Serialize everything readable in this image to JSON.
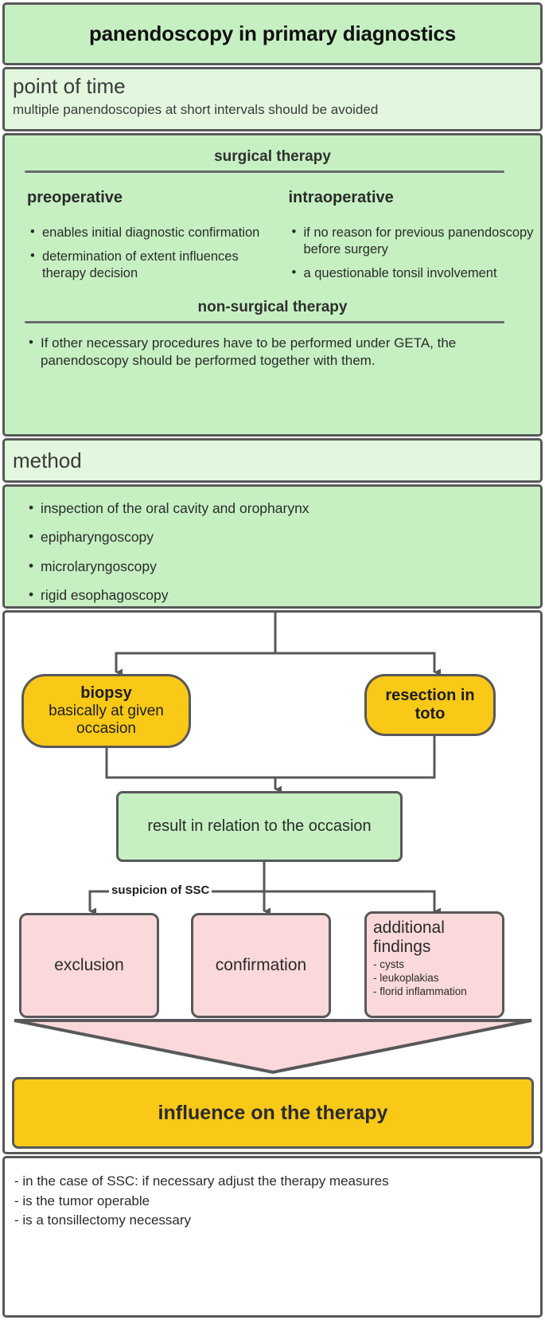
{
  "title": "panendoscopy in primary diagnostics",
  "point_of_time": {
    "heading": "point of time",
    "text": "multiple panendoscopies at short intervals should be avoided"
  },
  "surgical": {
    "section_title": "surgical therapy",
    "left_heading": "preoperative",
    "left_items": [
      "enables initial diagnostic confirmation",
      "determination of extent influences therapy decision"
    ],
    "right_heading": "intraoperative",
    "right_items": [
      "if no reason for previous panendoscopy before surgery",
      "a questionable tonsil involvement"
    ]
  },
  "non_surgical": {
    "section_title": "non-surgical therapy",
    "items": [
      "If other necessary procedures have to be performed under GETA, the panendoscopy should be performed together with them."
    ]
  },
  "method": {
    "heading": "method",
    "items": [
      "inspection of the oral cavity and oropharynx",
      "epipharyngoscopy",
      "microlaryngoscopy",
      "rigid esophagoscopy"
    ]
  },
  "flow": {
    "biopsy_title": "biopsy",
    "biopsy_sub": "basically at given occasion",
    "resection_title": "resection in toto",
    "result": "result in relation to the occasion",
    "edge_label": "suspicion of SSC",
    "exclusion": "exclusion",
    "confirmation": "confirmation",
    "additional_title": "additional findings",
    "additional_items": [
      "- cysts",
      "- leukoplakias",
      "- florid inflammation"
    ],
    "influence": "influence on the therapy"
  },
  "footer": {
    "lines": [
      "- in the case of SSC: if necessary adjust the therapy measures",
      "- is the tumor operable",
      "- is a tonsillectomy necessary"
    ]
  },
  "colors": {
    "green_dark": "#c6f0c2",
    "green_light": "#e2f7de",
    "yellow": "#fac917",
    "pink": "#fbd9da",
    "stroke": "#58585a"
  }
}
